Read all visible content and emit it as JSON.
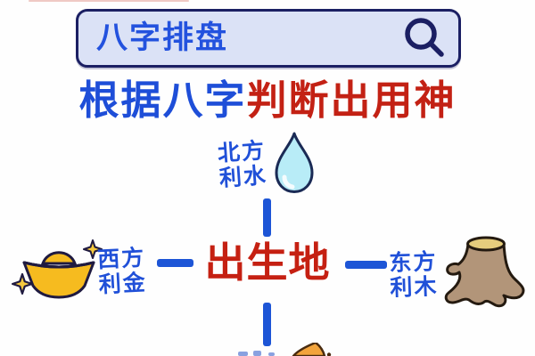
{
  "search": {
    "query": "八字排盘",
    "icon": "magnifier"
  },
  "title": {
    "blue_text": "根据八字",
    "red_text": "判断出用神"
  },
  "diagram": {
    "center_label": "出生地",
    "north": {
      "line1": "北方",
      "line2": "利水",
      "icon": "water-drop"
    },
    "west": {
      "line1": "西方",
      "line2": "利金",
      "icon": "gold-ingot"
    },
    "east": {
      "line1": "东方",
      "line2": "利木",
      "icon": "tree-stump"
    },
    "south": {
      "icon": "flame-partially-cut-off"
    }
  },
  "colors": {
    "accent_blue": "#2050d8",
    "navy_outline": "#1b1f63",
    "accent_red": "#c32114",
    "searchbar_bg": "#dbe2f6",
    "connector_blue": "#1d55d6",
    "water_drop": "#b8ecf7",
    "gold": "#f6bb1f",
    "gold_band": "#e0802a",
    "stump_body": "#b29579",
    "stump_top": "#e6cd7d",
    "flame_orange": "#f2a43c"
  }
}
